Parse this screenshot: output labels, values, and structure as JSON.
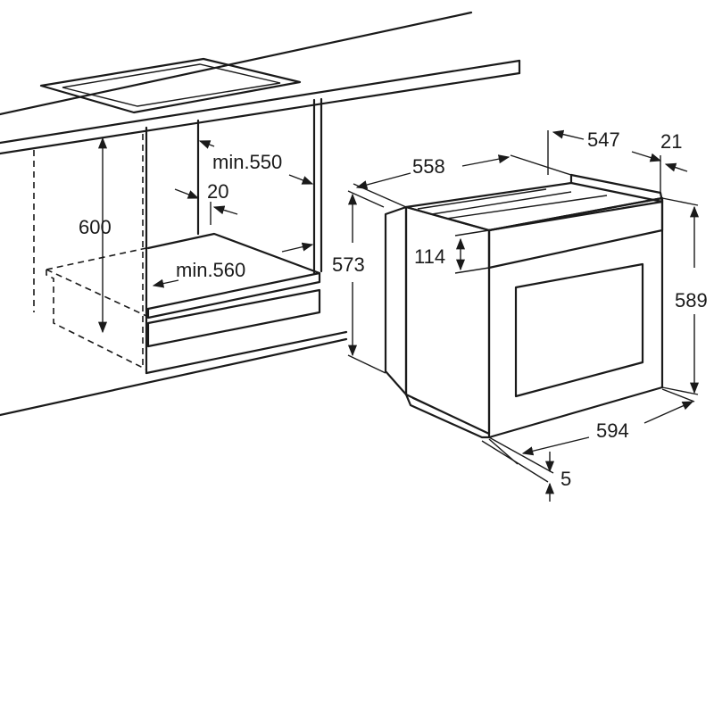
{
  "dimensions": {
    "cabinet_height": "600",
    "min_depth": "min.550",
    "gap": "20",
    "min_width": "min.560",
    "oven_depth": "558",
    "oven_inner_depth": "547",
    "frame_offset": "21",
    "oven_height": "573",
    "panel_height": "114",
    "front_height": "589",
    "front_width": "594",
    "bottom_gap": "5"
  }
}
